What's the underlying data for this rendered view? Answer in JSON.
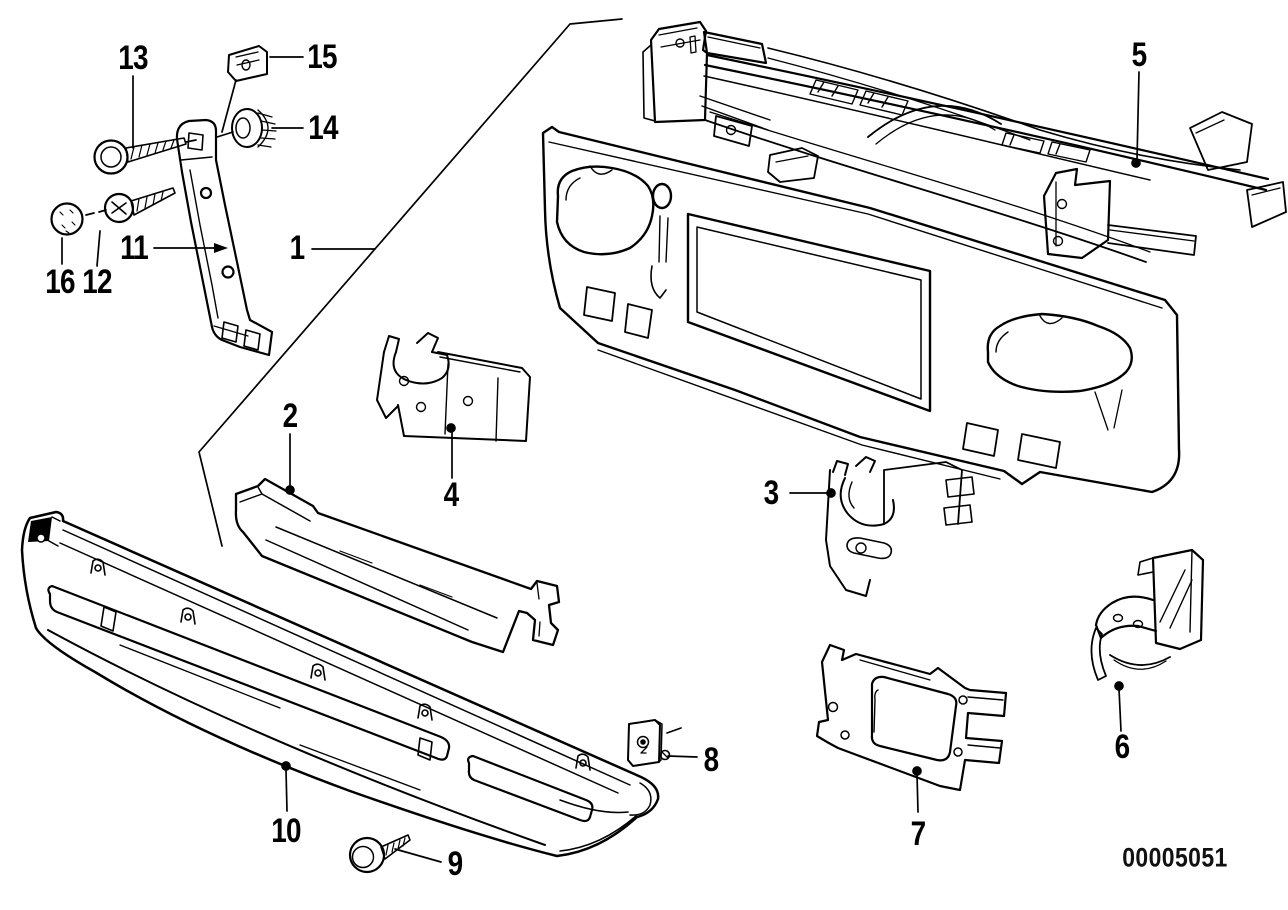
{
  "diagram": {
    "doc_number": "00005051",
    "callouts": [
      {
        "label": "1"
      },
      {
        "label": "2"
      },
      {
        "label": "3"
      },
      {
        "label": "4"
      },
      {
        "label": "5"
      },
      {
        "label": "6"
      },
      {
        "label": "7"
      },
      {
        "label": "8"
      },
      {
        "label": "9"
      },
      {
        "label": "10"
      },
      {
        "label": "11"
      },
      {
        "label": "12"
      },
      {
        "label": "13"
      },
      {
        "label": "14"
      },
      {
        "label": "15"
      },
      {
        "label": "16"
      }
    ]
  }
}
